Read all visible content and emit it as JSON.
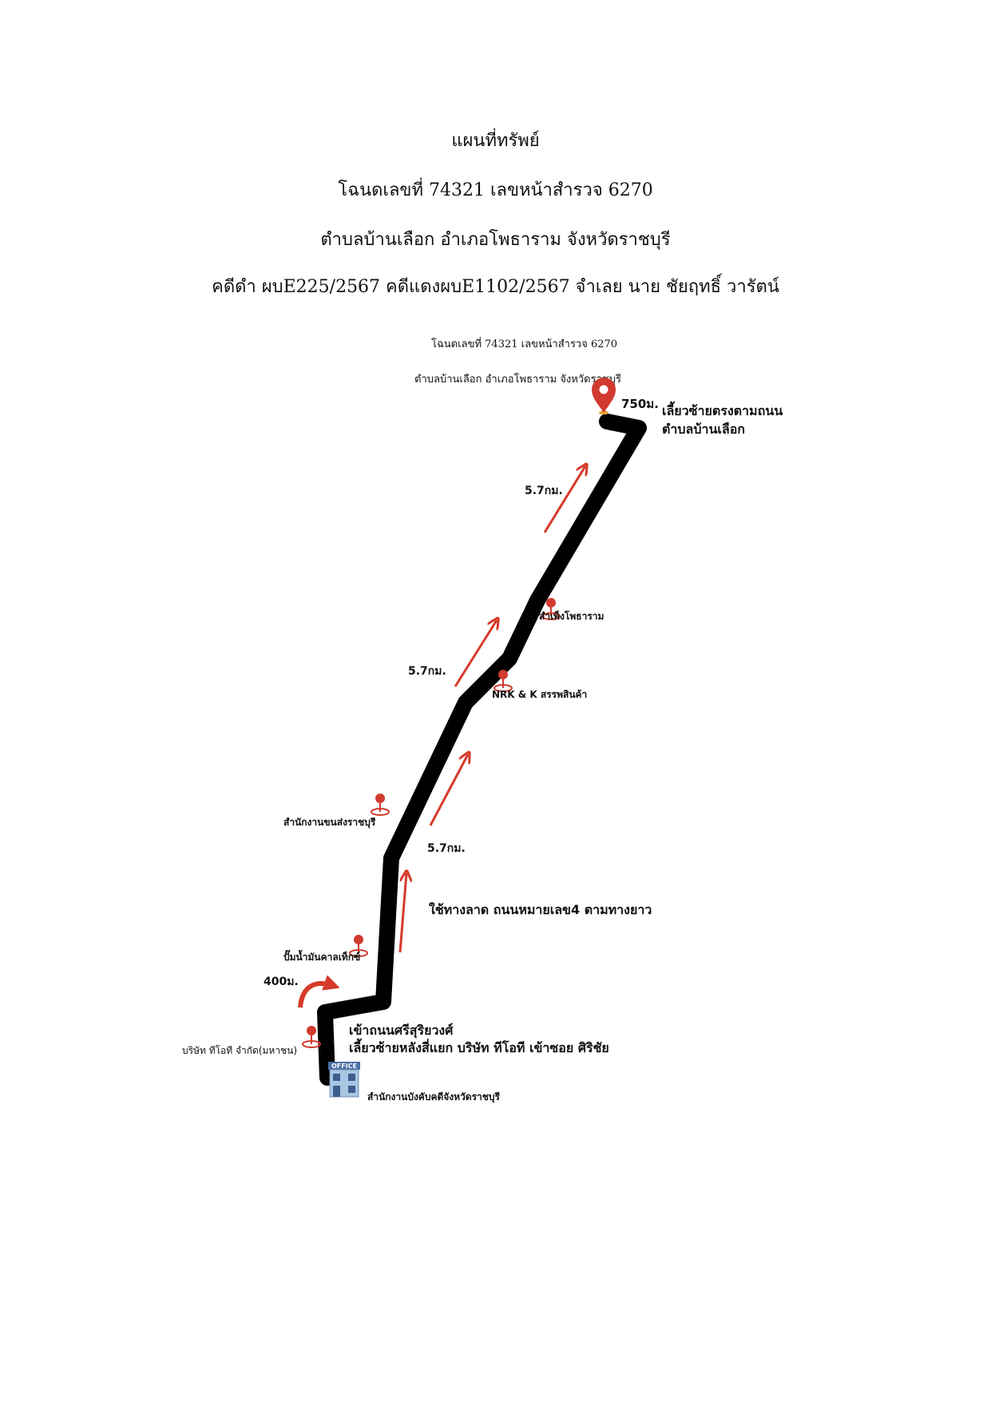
{
  "header": {
    "title": "แผนที่ทรัพย์",
    "deed_line": "โฉนดเลขที่ 74321 เลขหน้าสำรวจ 6270",
    "location_line": "ตำบลบ้านเลือก อำเภอโพธาราม จังหวัดราชบุรี",
    "case_line": "คดีดำ ผบE225/2567 คดีแดงผบE1102/2567 จำเลย นาย ชัยฤทธิ์ วารัตน์"
  },
  "map_header": {
    "deed_line": "โฉนดเลขที่ 74321 เลขหน้าสำรวจ 6270",
    "location_line": "ตำบลบ้านเลือก อำเภอโพธาราม จังหวัดราชบุรี"
  },
  "places": {
    "destination_distance": "750ม.",
    "destination_note_1": "เลี้ยวซ้ายตรงตามถนน",
    "destination_note_2": "ตำบลบ้านเลือก",
    "distance_1": "5.7กม.",
    "distance_2": "5.7กม.",
    "distance_3": "5.7กม.",
    "distance_start": "400ม.",
    "poi_sampheng": "สำเพ็งโพธาราม",
    "poi_nrk": "NRK & K สรรพสินค้า",
    "poi_transport": "สำนักงานขนส่งราชบุรี",
    "poi_gas": "ปั๊มน้ำมันคาลเท็กซ์",
    "poi_tot": "บริษัท ทีโอที จำกัด(มหาชน)",
    "route_instruction": "ใช้ทางลาด ถนนหมายเลข4 ตามทางยาว",
    "turn_note_1": "เข้าถนนศรีสุริยวงศ์",
    "turn_note_2": "เลี้ยวซ้ายหลังสี่แยก บริษัท ทีโอที เข้าซอย ศิริชัย",
    "office_sign": "OFFICE",
    "origin_label": "สำนักงานบังคับคดีจังหวัดราชบุรี"
  },
  "colors": {
    "route": "#000000",
    "marker": "#d13a2f",
    "arrow": "#d63a2a"
  },
  "icons": [
    "location-pin-icon",
    "map-marker-icon",
    "office-building-icon",
    "direction-arrow-icon"
  ]
}
